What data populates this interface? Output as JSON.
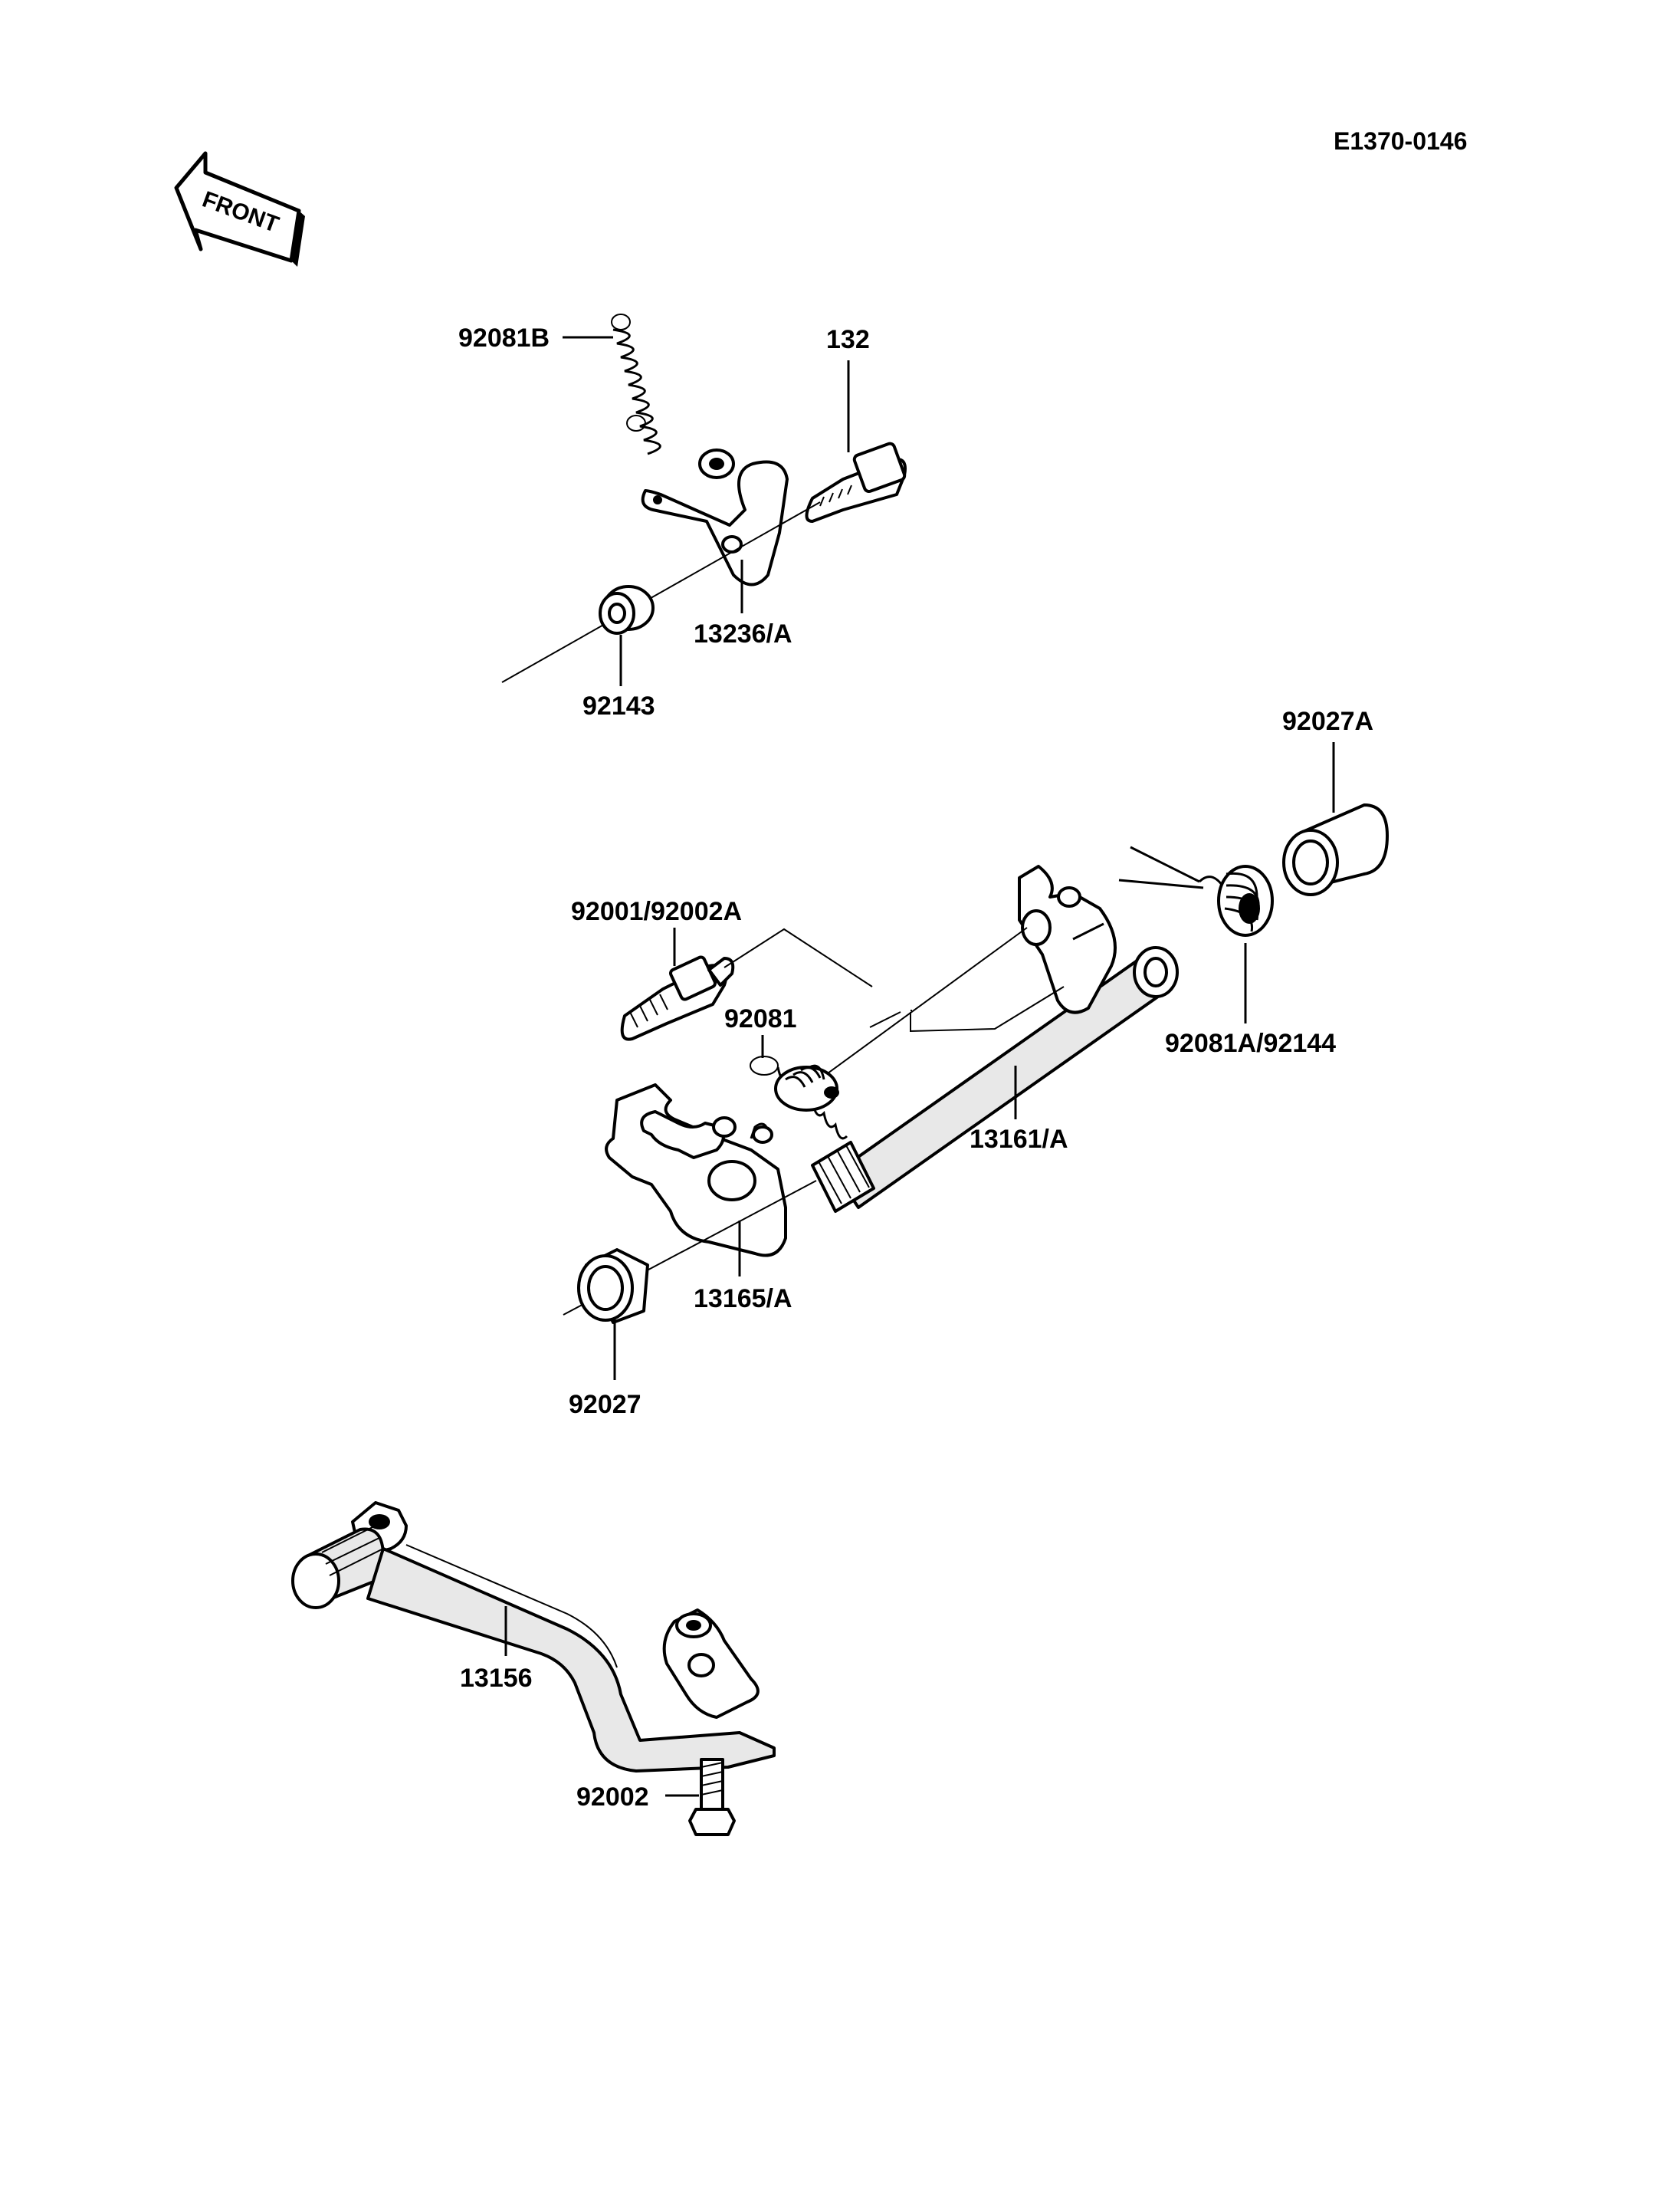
{
  "diagram_code": "E1370-0146",
  "front_label": "FRONT",
  "parts": {
    "spring_b": "92081B",
    "bolt": "132",
    "arm_plate": "13236/A",
    "seal_upper": "92143",
    "oil_seal_right": "92027A",
    "pin_bolt": "92001/92002A",
    "spring_small": "92081",
    "spring_return": "92081A/92144",
    "shift_shaft": "13161/A",
    "shift_plate": "13165/A",
    "oil_seal_left": "92027",
    "pedal": "13156",
    "pedal_bolt": "92002"
  }
}
